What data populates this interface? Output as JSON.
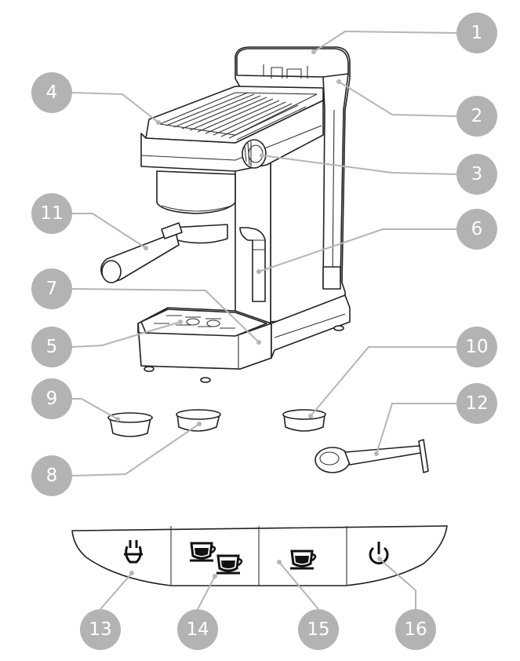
{
  "callouts": [
    {
      "id": "c1",
      "number": "1"
    },
    {
      "id": "c2",
      "number": "2"
    },
    {
      "id": "c3",
      "number": "3"
    },
    {
      "id": "c4",
      "number": "4"
    },
    {
      "id": "c5",
      "number": "5"
    },
    {
      "id": "c6",
      "number": "6"
    },
    {
      "id": "c7",
      "number": "7"
    },
    {
      "id": "c8",
      "number": "8"
    },
    {
      "id": "c9",
      "number": "9"
    },
    {
      "id": "c10",
      "number": "10"
    },
    {
      "id": "c11",
      "number": "11"
    },
    {
      "id": "c12",
      "number": "12"
    },
    {
      "id": "c13",
      "number": "13"
    },
    {
      "id": "c14",
      "number": "14"
    },
    {
      "id": "c15",
      "number": "15"
    },
    {
      "id": "c16",
      "number": "16"
    }
  ],
  "control_panel": {
    "buttons": [
      {
        "icon": "steam-icon"
      },
      {
        "icon": "double-cup-icon"
      },
      {
        "icon": "single-cup-icon"
      },
      {
        "icon": "power-icon"
      }
    ]
  },
  "colors": {
    "badge": "#b3b3b3",
    "badge_text": "#ffffff",
    "outline": "#222222",
    "leader": "#b5b5b5"
  }
}
